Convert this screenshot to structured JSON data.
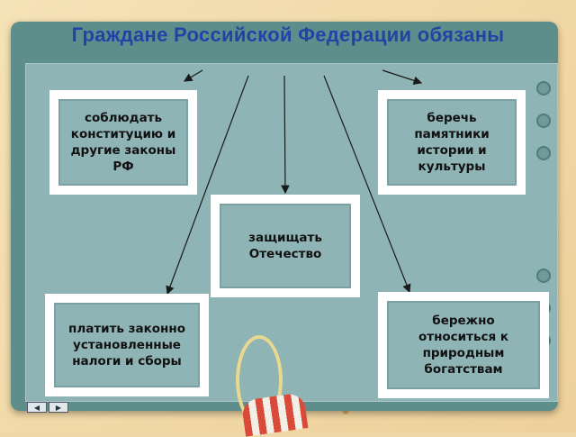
{
  "title": "Граждане Российской Федерации обязаны",
  "duties": {
    "laws": "соблюдать конституцию и другие законы РФ",
    "monuments": "беречь памятники истории и культуры",
    "defend": "защищать Отечество",
    "taxes": "платить законно установленные налоги  и сборы",
    "nature": "бережно относиться к природным богатствам"
  },
  "colors": {
    "title": "#2342a5",
    "board": "#5e8e8c",
    "panel": "#8fb4b6",
    "box_border": "#ffffff"
  },
  "nav": {
    "prev_icon": "triangle-left-icon",
    "next_icon": "triangle-right-icon"
  }
}
